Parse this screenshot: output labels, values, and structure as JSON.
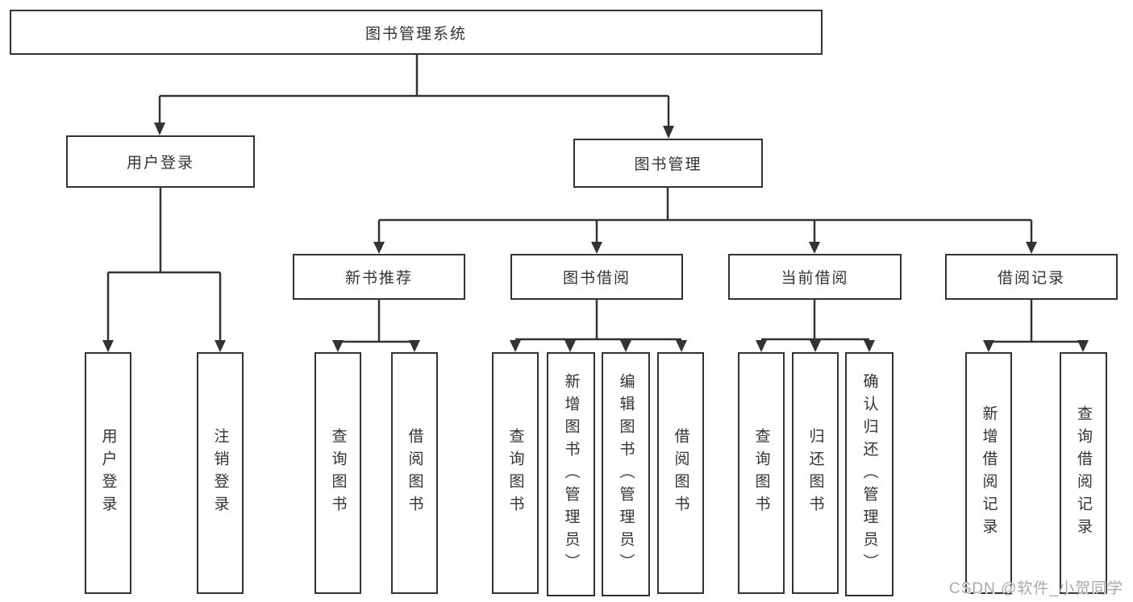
{
  "diagram": {
    "title": "图书管理系统",
    "nodes": {
      "root": "图书管理系统",
      "login": {
        "label": "用户登录",
        "children": [
          "用户登录",
          "注销登录"
        ]
      },
      "mgmt": {
        "label": "图书管理"
      },
      "recommend": {
        "label": "新书推荐",
        "children": [
          "查询图书",
          "借阅图书"
        ]
      },
      "borrow": {
        "label": "图书借阅",
        "children": [
          "查询图书",
          "新增图书（管理员）",
          "编辑图书（管理员）",
          "借阅图书"
        ]
      },
      "current": {
        "label": "当前借阅",
        "children": [
          "查询图书",
          "归还图书",
          "确认归还（管理员）"
        ]
      },
      "records": {
        "label": "借阅记录",
        "children": [
          "新增借阅记录",
          "查询借阅记录"
        ]
      }
    },
    "colors": {
      "line": "#333333",
      "text": "#333333",
      "box_fill": "#ffffff",
      "watermark": "#a9a9a9",
      "background": "#ffffff"
    }
  },
  "watermark": {
    "text": "CSDN @软件_小贺同学"
  }
}
